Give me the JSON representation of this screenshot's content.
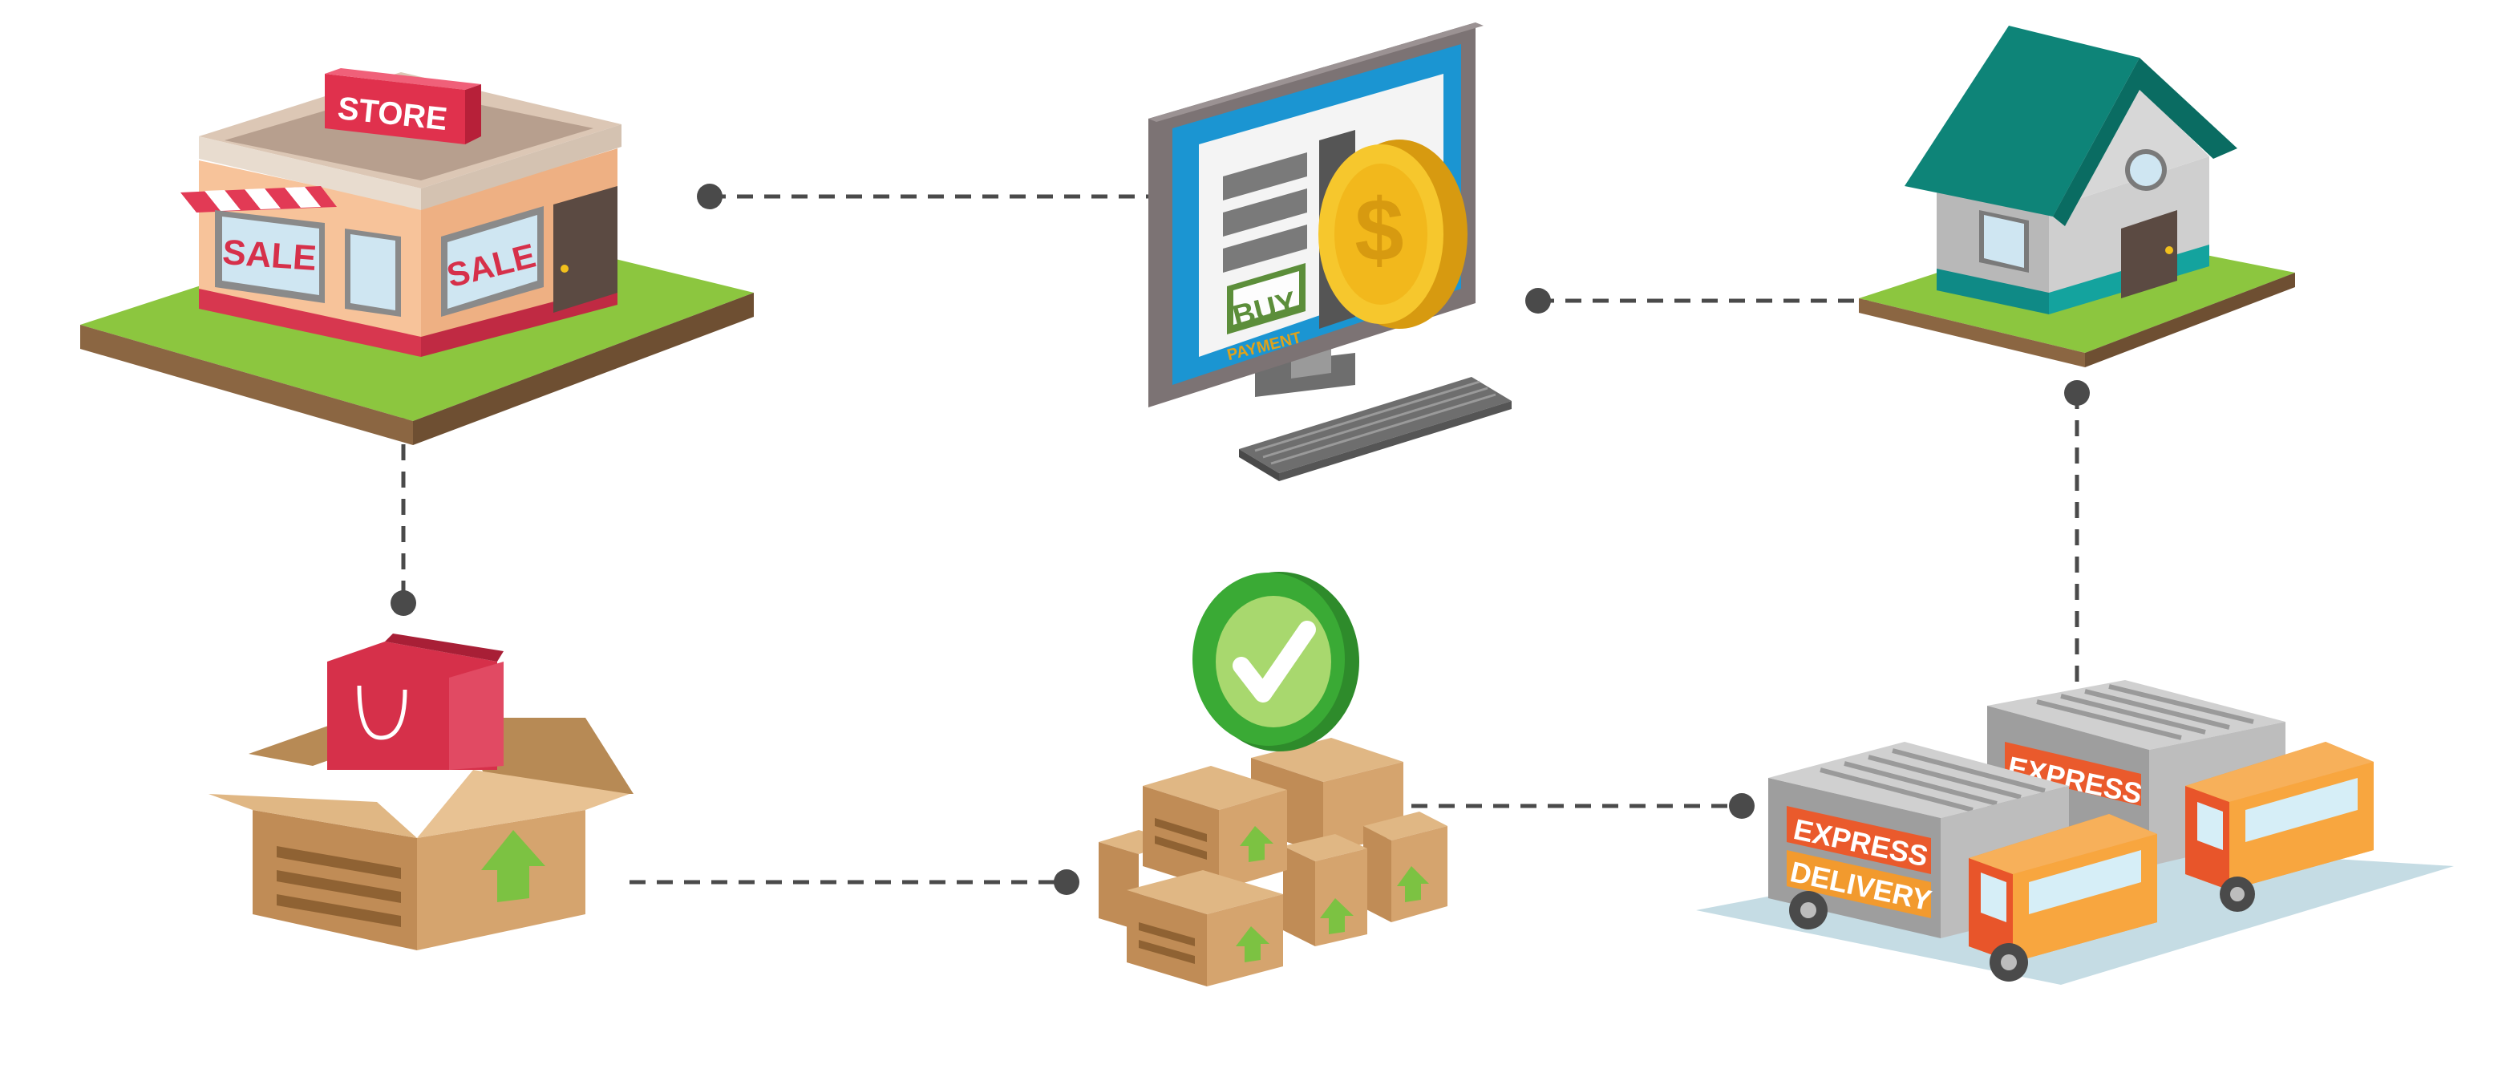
{
  "store": {
    "sign": "STORE",
    "window_left": "SALE",
    "window_right": "SALE"
  },
  "computer": {
    "buy": "BUY",
    "payment": "PAYMENT",
    "coin_symbol": "$"
  },
  "trucks": {
    "back_label": "EXPRESS",
    "front_line1": "EXPRESS",
    "front_line2": "DELIVERY"
  },
  "colors": {
    "connector": "#4a4a4a",
    "grass": "#8cc63f",
    "soil": "#8b6642",
    "store_sign": "#e0314d",
    "house_roof": "#0e8478",
    "screen_frame": "#1b95d2",
    "coin": "#f2c01c",
    "cardboard": "#c89a63",
    "bag": "#d6304a",
    "check_green": "#3aaa35",
    "truck_orange": "#f5962a",
    "truck_red": "#e8552a",
    "arrow_green": "#7cc242"
  },
  "icons": [
    "store-icon",
    "computer-icon",
    "coin-icon",
    "house-icon",
    "shopping-box-icon",
    "bag-icon",
    "packages-icon",
    "check-icon",
    "delivery-trucks-icon"
  ]
}
